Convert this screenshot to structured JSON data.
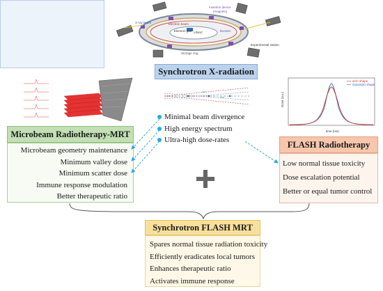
{
  "synchrotron": {
    "title": "Synchrotron X-radiation",
    "features": [
      "Minimal beam divergence",
      "High energy spectrum",
      "Ultra-high dose-rates"
    ],
    "ring_labels": {
      "insertion_device": "Insertion device",
      "magnets": "(magnets)",
      "xray_beam": "X-ray beam",
      "electron_beam": "Electron beam",
      "electron_gun": "Electron gun",
      "linac": "LINAC",
      "booster": "Booster",
      "storage_ring": "Storage ring",
      "experimental_station": "Experimental station"
    }
  },
  "mrt": {
    "title": "Microbeam Radiotherapy-MRT",
    "items": [
      "Microbeam geometry maintenance",
      "Minimum valley dose",
      "Minimum scatter dose",
      "Immune response modulation",
      "Better therapeutic ratio"
    ]
  },
  "flash": {
    "title": "FLASH  Radiotherapy",
    "items": [
      "Low normal tissue toxicity",
      "Dose escalation  potential",
      "Better or equal tumor control"
    ],
    "plot": {
      "ylabel": "Dose (a.u.)",
      "xlabel": "time (ms)",
      "legend": [
        "arch shape",
        "Gaussian shape"
      ]
    }
  },
  "synchrotron_flash_mrt": {
    "title": "Synchrotron FLASH MRT",
    "items": [
      "Spares normal tissue radiation toxicity",
      "Efficiently eradicates local tumors",
      "Enhances therapeutic ratio",
      "Activates immune response"
    ]
  },
  "colors": {
    "synchrotron": "#bcd3ee",
    "mrt": "#c2e0b4",
    "flash": "#f6c6ad",
    "flash_mrt": "#f8e09c",
    "arrow": "#2aa7e0"
  }
}
